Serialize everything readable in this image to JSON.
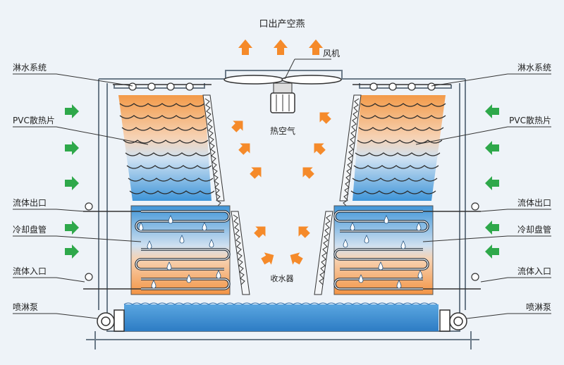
{
  "labels": {
    "outlet": "口出产空燕",
    "fan": "风机",
    "hot_air": "热空气",
    "collector": "收水器",
    "spray_system_left": "淋水系统",
    "spray_system_right": "淋水系统",
    "pvc_fill_left": "PVC散热片",
    "pvc_fill_right": "PVC散热片",
    "fluid_outlet_left": "流体出口",
    "fluid_outlet_right": "流体出口",
    "cooling_coil_left": "冷却盘管",
    "cooling_coil_right": "冷却盘管",
    "fluid_inlet_left": "流体入口",
    "fluid_inlet_right": "流体入口",
    "spray_pump_left": "喷淋泵",
    "spray_pump_right": "喷淋泵"
  },
  "colors": {
    "background": "#eef3f8",
    "hot_orange": "#f2a055",
    "cool_blue": "#3f95d8",
    "basin_blue": "#3e8fd2",
    "intake_arrow": "#2ea84a",
    "air_arrow": "#f58a2a",
    "frame": "#6b7a88"
  },
  "icons": {
    "intake_arrows": "green-arrow-icon",
    "airflow_arrows": "orange-arrow-icon",
    "fan": "fan-icon",
    "nozzles": "spray-nozzle-icon",
    "gauges": "pressure-gauge-icon",
    "pump": "pump-icon",
    "droplets": "water-droplet-icon"
  }
}
